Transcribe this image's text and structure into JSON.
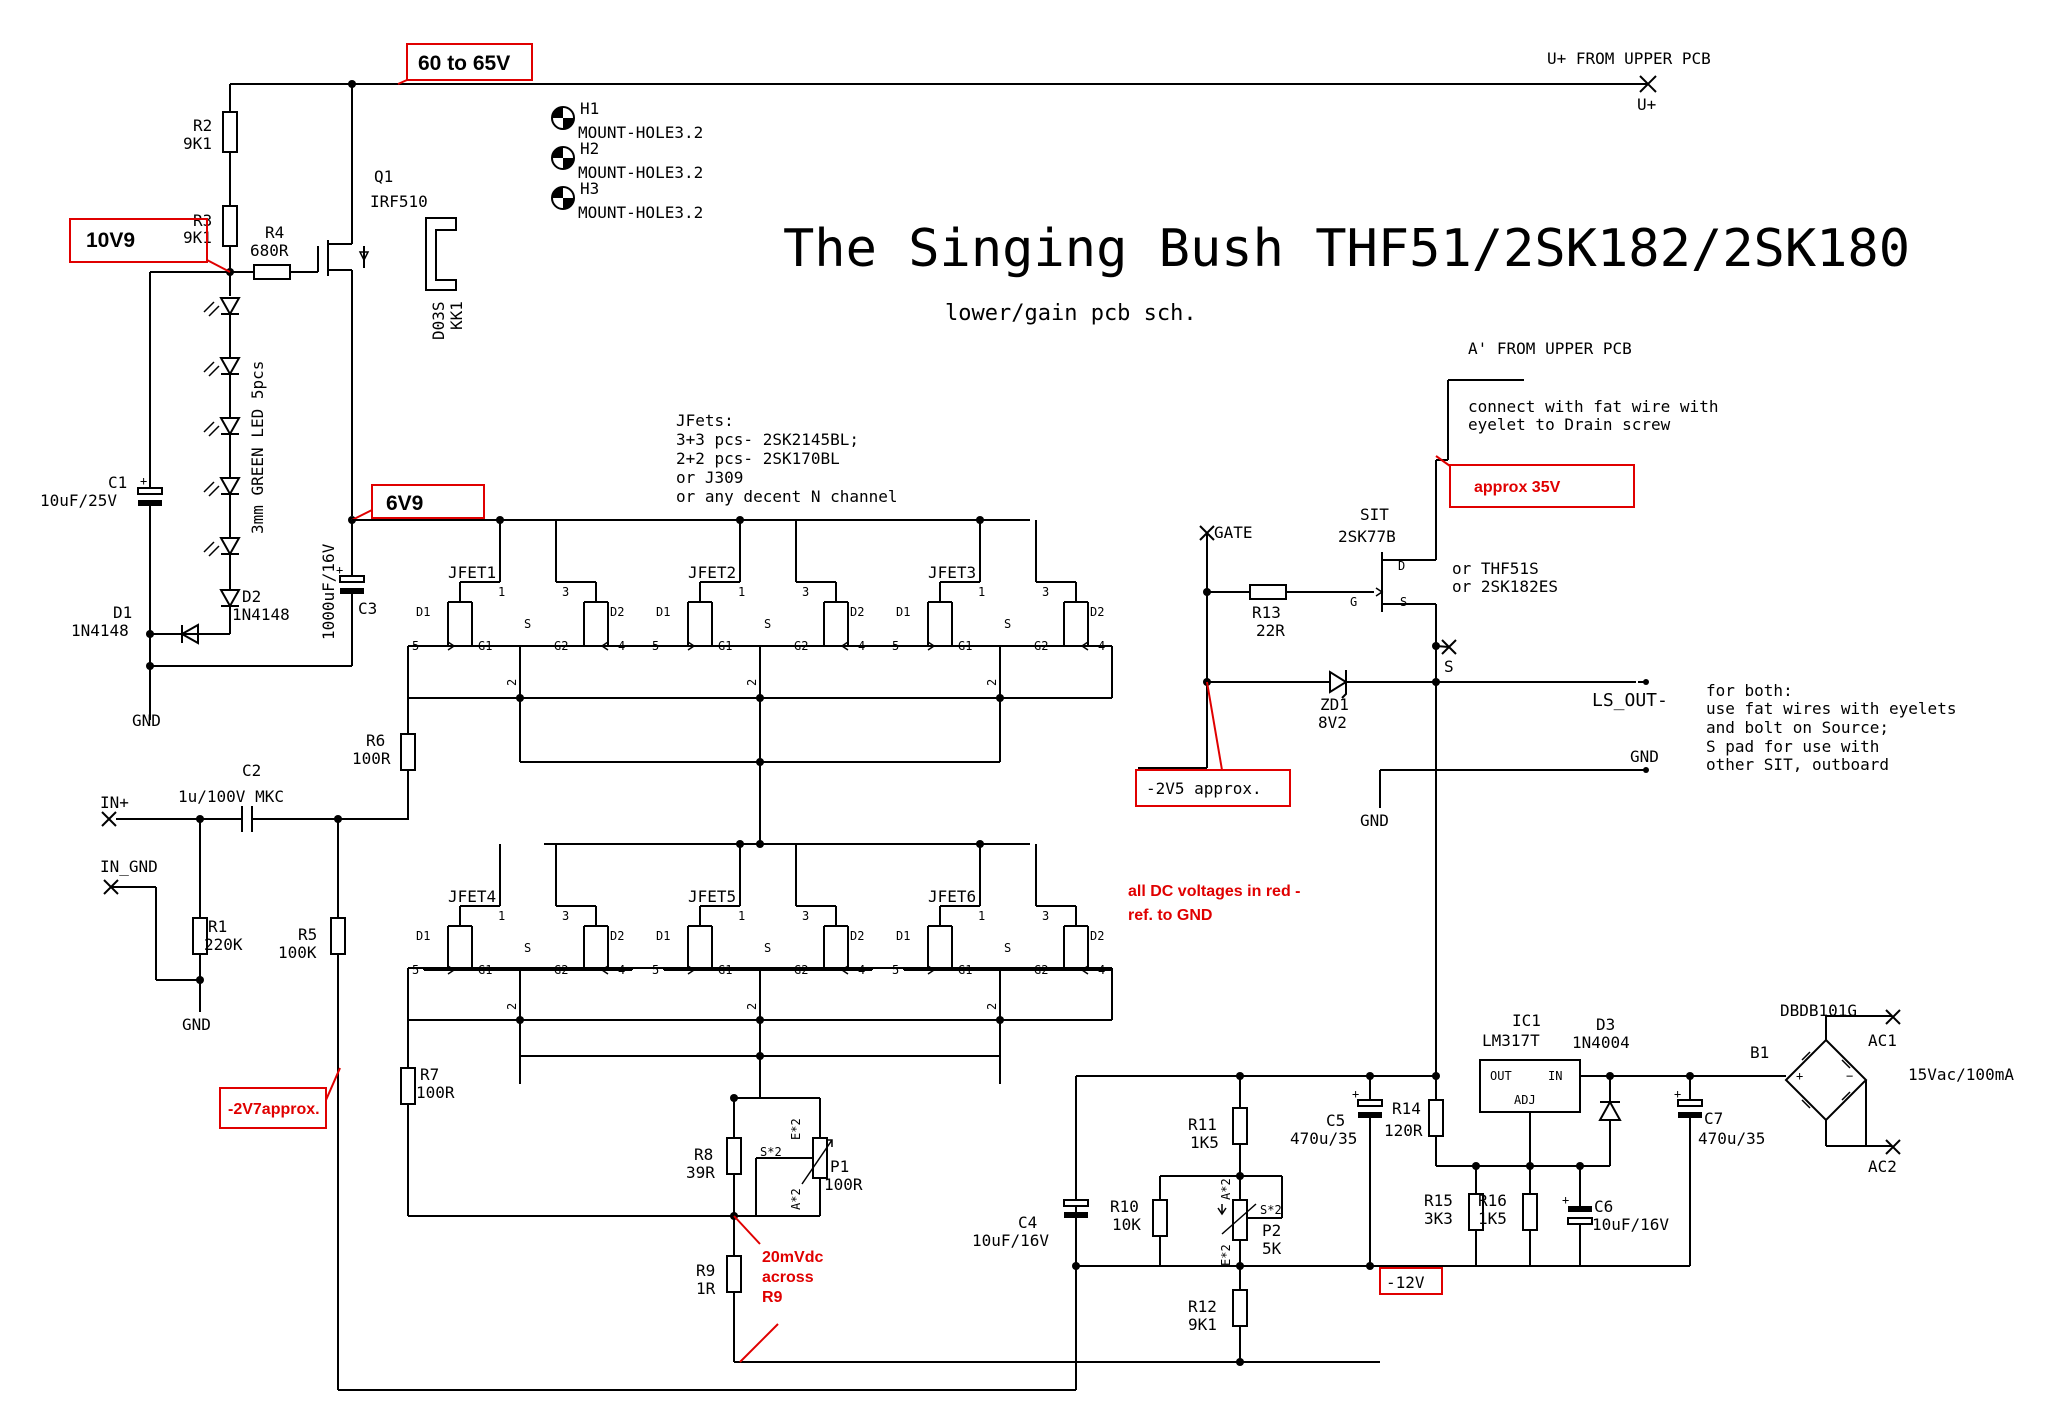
{
  "title": "The Singing Bush THF51/2SK182/2SK180",
  "subtitle": "lower/gain pcb sch.",
  "voltage_tags": {
    "v60": "60 to 65V",
    "v10": "10V9",
    "v6": "6V9",
    "v35": "approx 35V",
    "gate": "-2V5 approx.",
    "in": "-2V7approx.",
    "neg12": "-12V"
  },
  "notes": {
    "dc_red_1": "all DC voltages in red -",
    "dc_red_2": "ref. to GND",
    "r9_1": "20mVdc",
    "r9_2": "across",
    "r9_3": "R9",
    "jfets": [
      "JFets:",
      "3+3 pcs- 2SK2145BL;",
      "2+2 pcs- 2SK170BL",
      "or J309",
      "or any decent N channel"
    ],
    "connect": [
      "connect with fat wire with",
      "eyelet to Drain screw"
    ],
    "both": [
      "for both:",
      "use fat wires with eyelets",
      "and bolt on Source;",
      "S pad  for use with",
      "other SIT, outboard"
    ],
    "alt_sit": [
      "or THF51S",
      "or 2SK182ES"
    ]
  },
  "nets": {
    "uplus_from": "U+ FROM UPPER PCB",
    "uplus": "U+",
    "a_from": "A' FROM UPPER PCB",
    "gate": "GATE",
    "s": "S",
    "ls_out": "LS_OUT-",
    "gnd": "GND",
    "in_plus": "IN+",
    "in_gnd": "IN_GND",
    "ac1": "AC1",
    "ac2": "AC2",
    "ac_spec": "15Vac/100mA"
  },
  "mount_holes": [
    {
      "ref": "H1",
      "val": "MOUNT-HOLE3.2"
    },
    {
      "ref": "H2",
      "val": "MOUNT-HOLE3.2"
    },
    {
      "ref": "H3",
      "val": "MOUNT-HOLE3.2"
    }
  ],
  "parts": {
    "R2": [
      "R2",
      "9K1"
    ],
    "R3": [
      "R3",
      "9K1"
    ],
    "R4": [
      "R4",
      "680R"
    ],
    "Q1": [
      "Q1",
      "IRF510"
    ],
    "KK1": [
      "D03S",
      "KK1"
    ],
    "LED": "3mm GREEN LED 5pcs",
    "C1": [
      "C1",
      "10uF/25V"
    ],
    "D1": [
      "D1",
      "1N4148"
    ],
    "D2": [
      "D2",
      "1N4148"
    ],
    "C3": [
      "1000uF/16V",
      "C3"
    ],
    "C2": [
      "C2",
      "1u/100V MKC"
    ],
    "R1": [
      "R1",
      "220K"
    ],
    "R5": [
      "R5",
      "100K"
    ],
    "R6": [
      "R6",
      "100R"
    ],
    "R7": [
      "R7",
      "100R"
    ],
    "R8": [
      "R8",
      "39R"
    ],
    "R9": [
      "R9",
      "1R"
    ],
    "P1": [
      "P1",
      "100R"
    ],
    "R13": [
      "R13",
      "22R"
    ],
    "SIT": [
      "SIT",
      "2SK77B"
    ],
    "ZD1": [
      "ZD1",
      "8V2"
    ],
    "IC1": [
      "IC1",
      "LM317T"
    ],
    "D3": [
      "D3",
      "1N4004"
    ],
    "B1": [
      "DBDB101G",
      "B1"
    ],
    "C4": [
      "C4",
      "10uF/16V"
    ],
    "R10": [
      "R10",
      "10K"
    ],
    "R11": [
      "R11",
      "1K5"
    ],
    "R12": [
      "R12",
      "9K1"
    ],
    "P2": [
      "P2",
      "5K"
    ],
    "C5": [
      "C5",
      "470u/35"
    ],
    "R14": [
      "R14",
      "120R"
    ],
    "R15": [
      "R15",
      "3K3"
    ],
    "R16": [
      "R16",
      "1K5"
    ],
    "C6": [
      "C6",
      "10uF/16V"
    ],
    "C7": [
      "C7",
      "470u/35"
    ]
  },
  "jfet_labels": [
    "JFET1",
    "JFET2",
    "JFET3",
    "JFET4",
    "JFET5",
    "JFET6"
  ],
  "pin": {
    "d1": "D1",
    "d2": "D2",
    "g1": "G1",
    "g2": "G2",
    "s": "S",
    "p1": "1",
    "p2": "2",
    "p3": "3",
    "p4": "4",
    "p5": "5",
    "out": "OUT",
    "in": "IN",
    "adj": "ADJ",
    "d": "D",
    "g": "G",
    "sx": "S",
    "se": "S*2",
    "ee": "E*2",
    "ae": "A*2"
  }
}
